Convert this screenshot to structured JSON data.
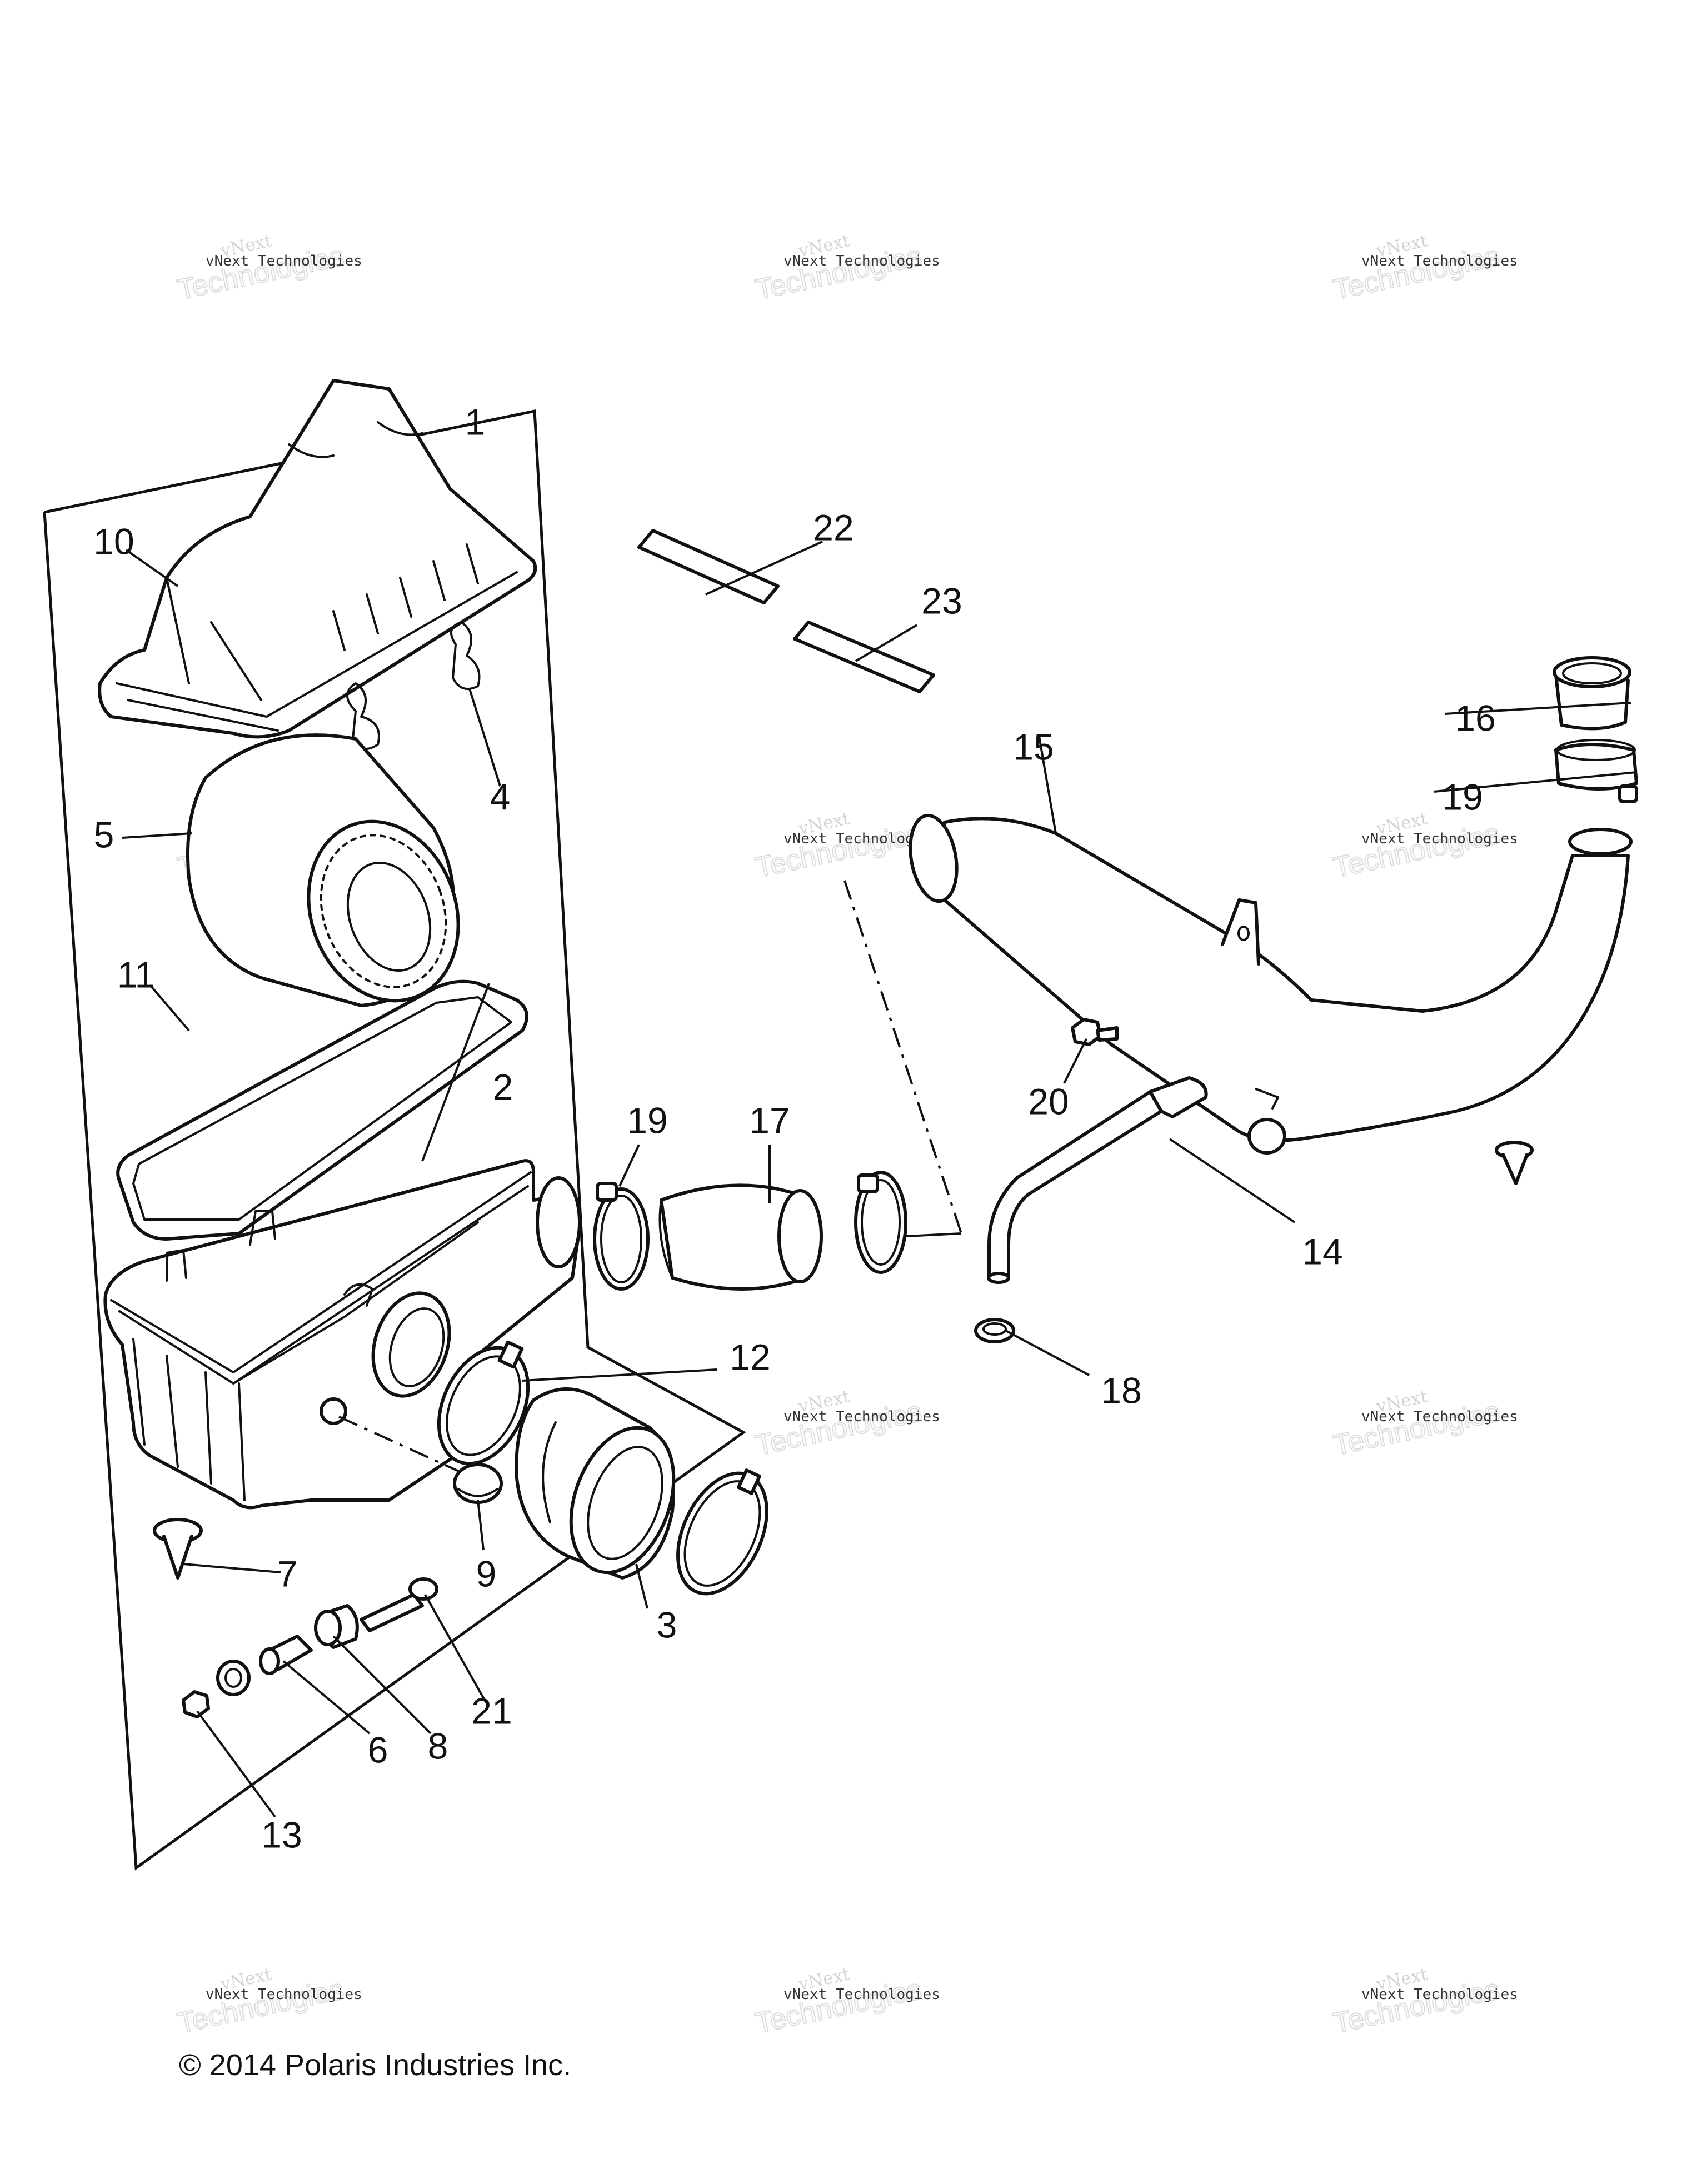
{
  "watermark": {
    "line1": "vNext",
    "line2": "Technologies",
    "small": "vNext Technologies"
  },
  "callouts": {
    "c1": "1",
    "c2": "2",
    "c3": "3",
    "c4": "4",
    "c5": "5",
    "c6": "6",
    "c7": "7",
    "c8": "8",
    "c9": "9",
    "c10": "10",
    "c11": "11",
    "c12": "12",
    "c13": "13",
    "c14": "14",
    "c15": "15",
    "c16": "16",
    "c17": "17",
    "c18": "18",
    "c19a": "19",
    "c19b": "19",
    "c20": "20",
    "c21": "21",
    "c22": "22",
    "c23": "23"
  },
  "copyright": "© 2014 Polaris Industries Inc."
}
